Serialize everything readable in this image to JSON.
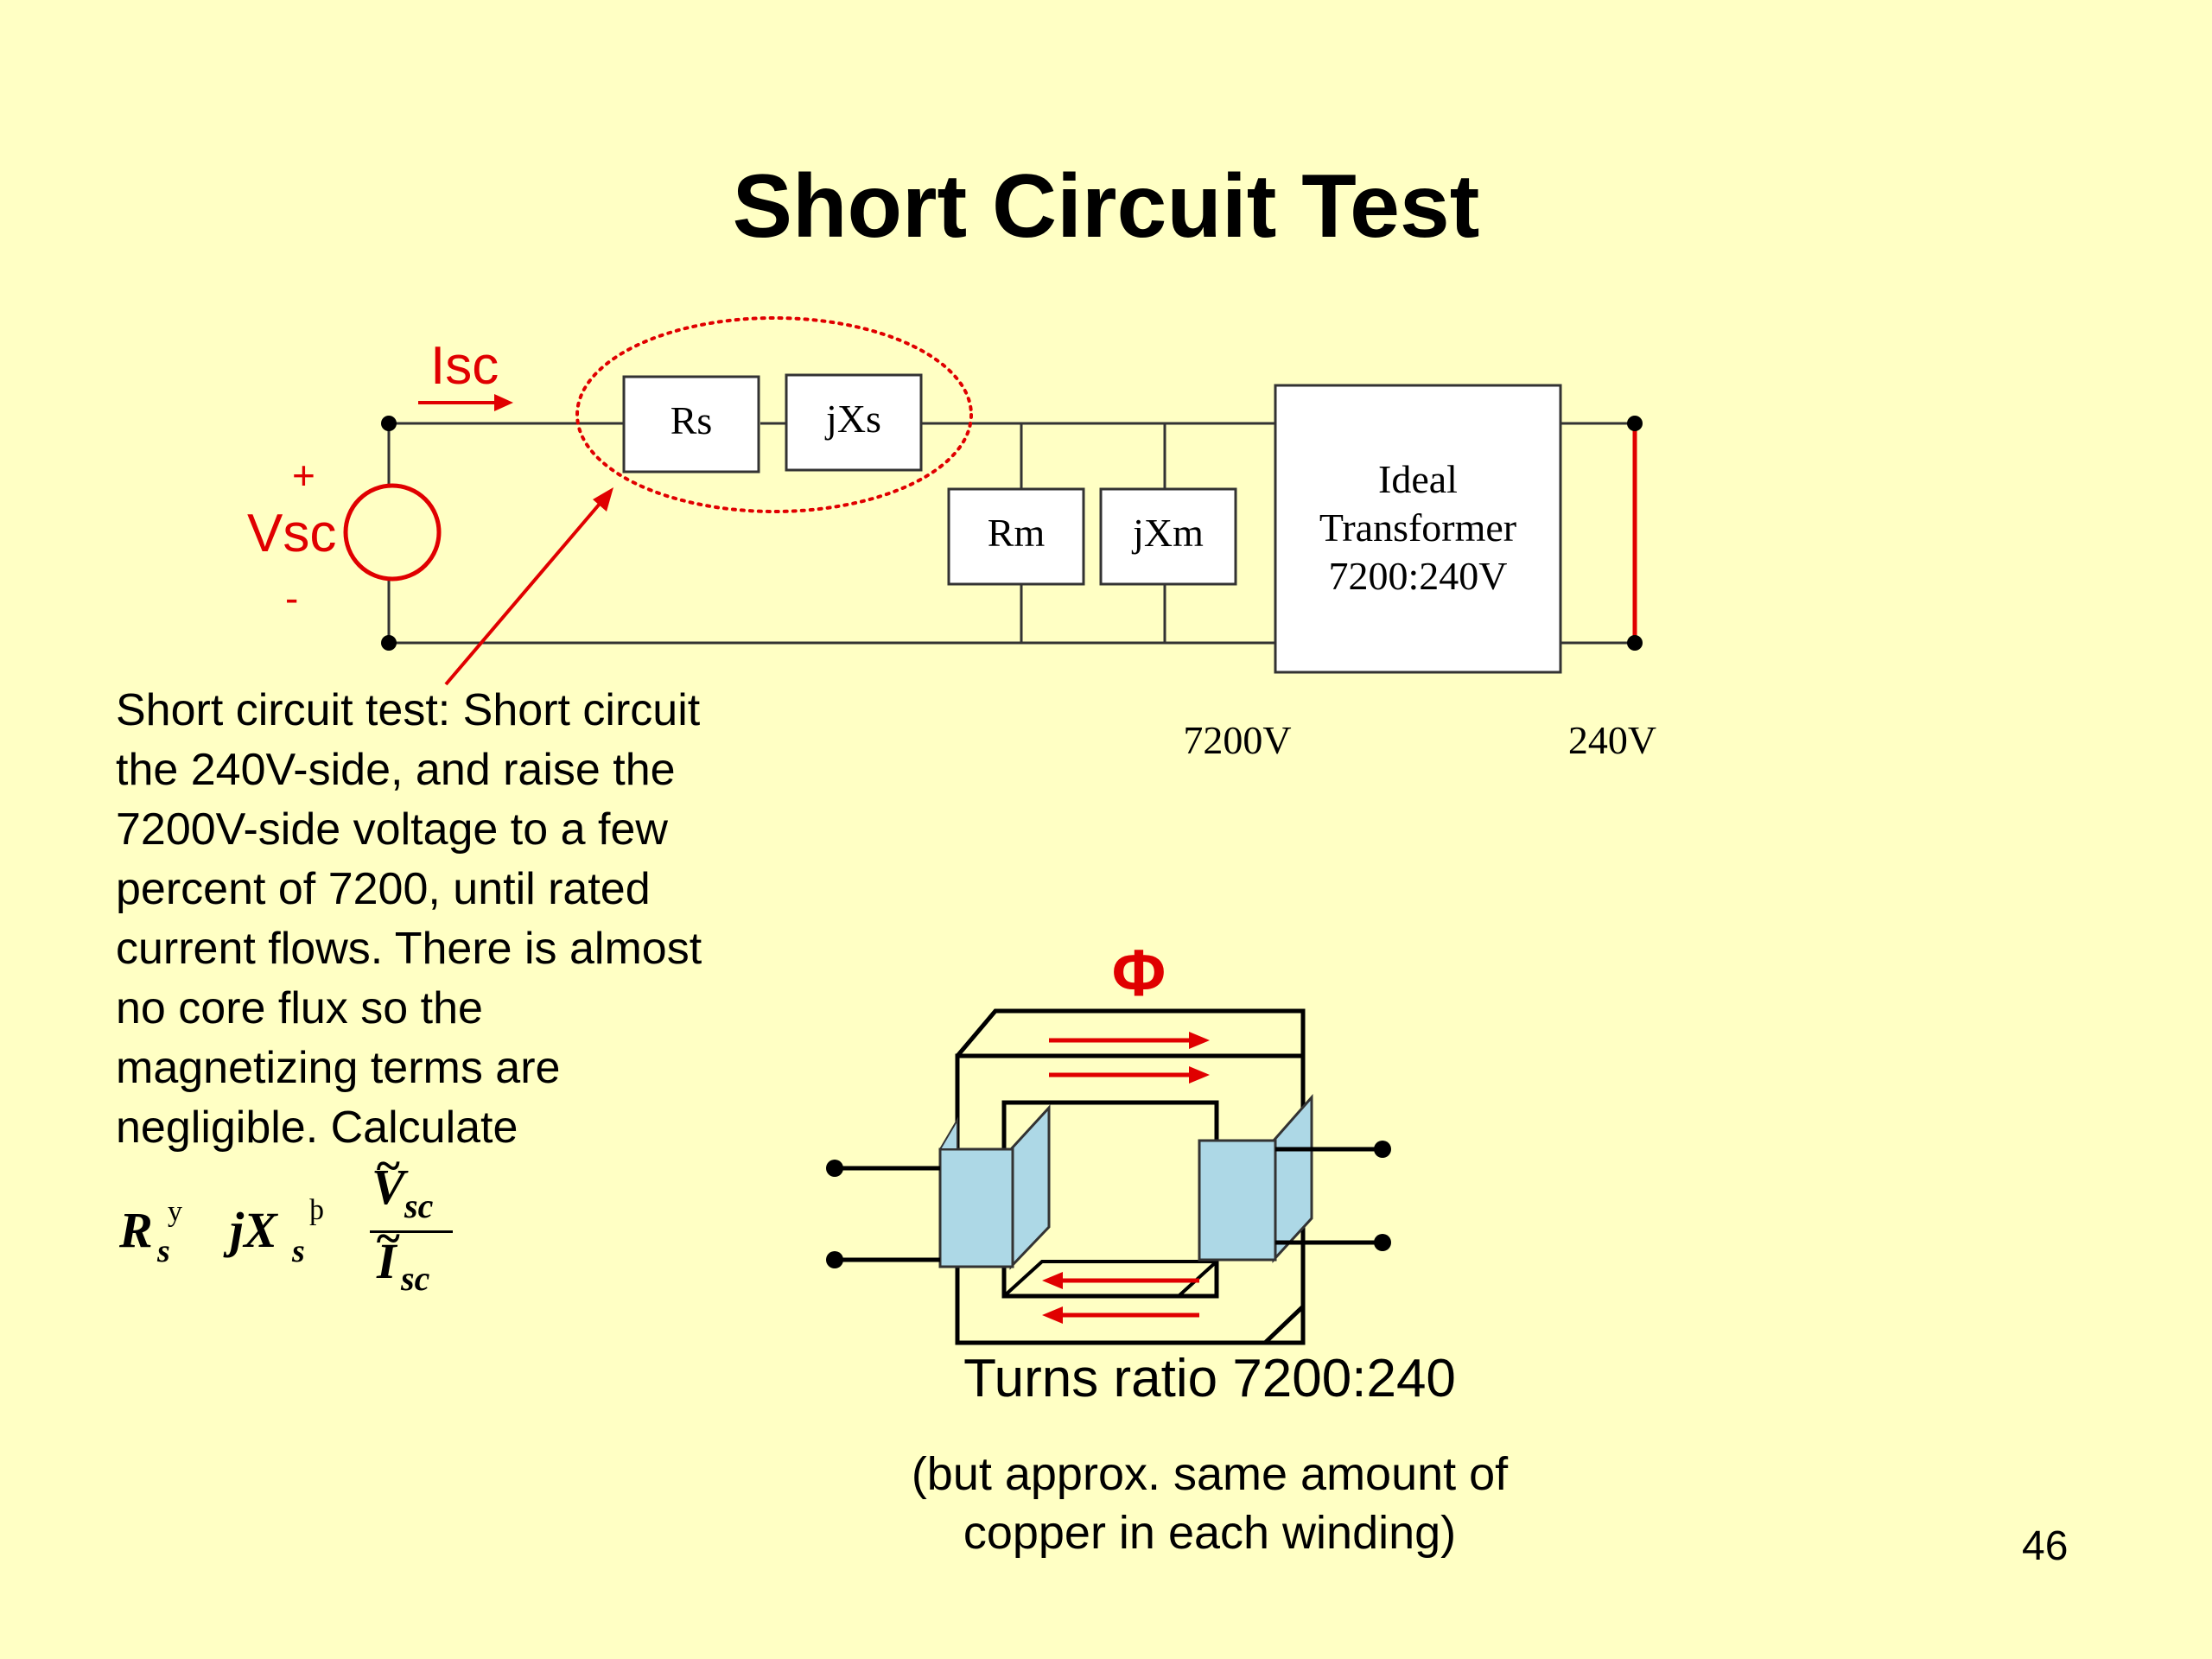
{
  "title": "Short Circuit Test",
  "circuit": {
    "current_label": "Isc",
    "source_label": "Vsc",
    "plus_sign": "+",
    "minus_sign": "-",
    "rs_label": "Rs",
    "jxs_label": "jXs",
    "rm_label": "Rm",
    "jxm_label": "jXm",
    "ideal_transformer_line1": "Ideal",
    "ideal_transformer_line2": "Transformer",
    "ideal_transformer_line3": "7200:240V",
    "primary_voltage_label": "7200V",
    "secondary_voltage_label": "240V"
  },
  "description": "Short circuit test:  Short circuit\nthe 240V-side, and raise the\n7200V-side voltage to a few\npercent of 7200, until rated\ncurrent flows.  There is almost\nno core flux so the\nmagnetizing terms are\nnegligible.  Calculate",
  "formula": {
    "rs_symbol": "R",
    "rs_sub": "s",
    "rs_sup": "y",
    "jxs_symbol": "jX",
    "jxs_sub": "s",
    "jxs_sup": "þ",
    "numerator": "V",
    "numerator_sub": "sc",
    "denominator": "I",
    "denominator_sub": "sc",
    "tilde": "~"
  },
  "core": {
    "flux_label": "Φ"
  },
  "caption_turns": "Turns ratio 7200:240",
  "caption_note": "(but approx. same amount of\ncopper in each winding)",
  "page_number": "46",
  "colors": {
    "background": "#ffffc4",
    "accent_red": "#e00000",
    "winding": "#add8e6"
  }
}
